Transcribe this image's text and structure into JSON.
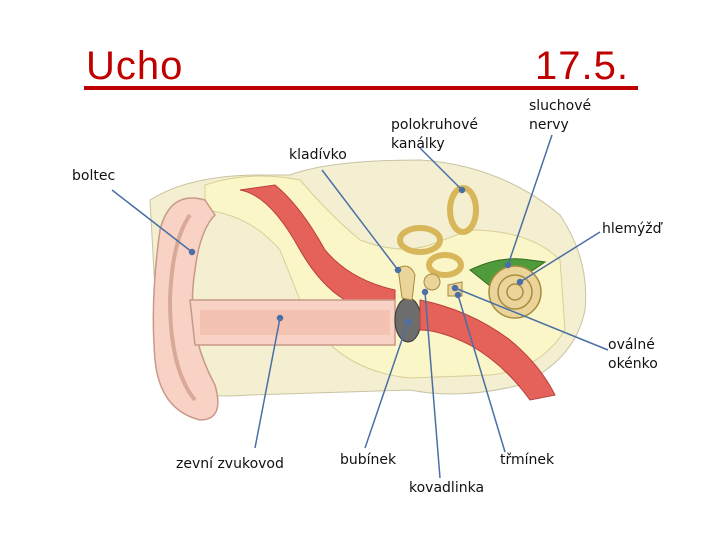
{
  "header": {
    "title": "Ucho",
    "number": "17.5."
  },
  "colors": {
    "title": "#c00000",
    "leader_line": "#4a6fa5",
    "skin": "#f8d2c4",
    "bone": "#fbf6c8",
    "canal_red": "#e4625a",
    "nerve_green": "#4f9b3c",
    "cochlea": "#ead49a"
  },
  "labels": {
    "boltec": "boltec",
    "kladivko": "kladívko",
    "polokruhove": "polokruhové\nkanálky",
    "sluchove": "sluchové\nnervy",
    "hlemyzd": "hlemýžď",
    "ovalne": "oválné\nokénko",
    "zvukovod": "zevní zvukovod",
    "bubinek": "bubínek",
    "trminek": "třmínek",
    "kovadlinka": "kovadlinka"
  }
}
